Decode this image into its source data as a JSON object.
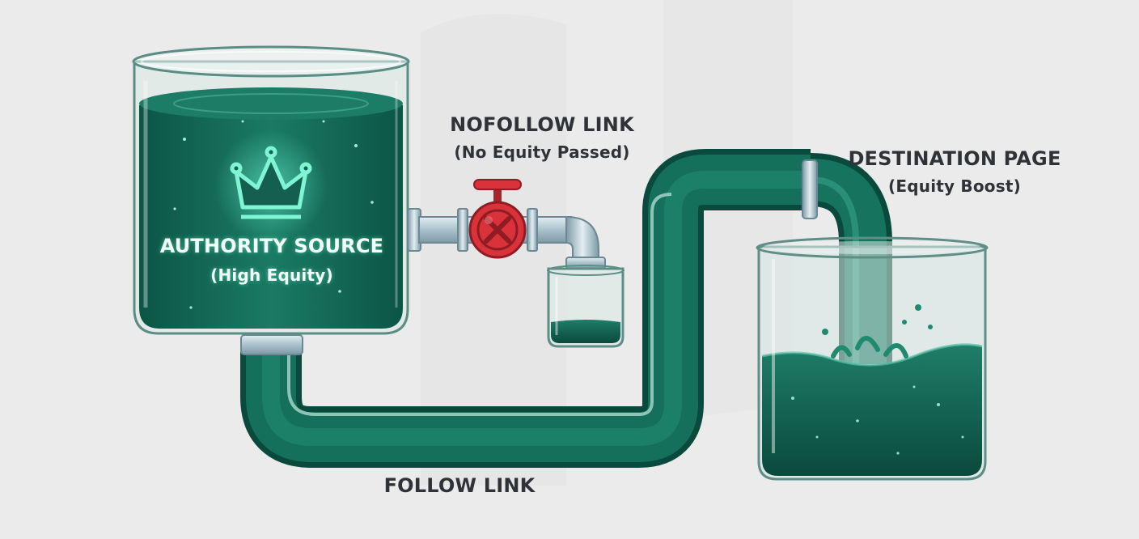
{
  "labels": {
    "authority_title": "AUTHORITY SOURCE",
    "authority_sub": "(High Equity)",
    "nofollow_title": "NOFOLLOW LINK",
    "nofollow_sub": "(No Equity Passed)",
    "destination_title": "DESTINATION PAGE",
    "destination_sub": "(Equity Boost)",
    "follow_title": "FOLLOW LINK"
  },
  "icons": {
    "source_icon": "crown-icon",
    "valve_icon": "closed-valve-icon"
  },
  "colors": {
    "background": "#ebebeb",
    "liquid": "#0d5a4a",
    "liquid_light": "#1f8a74",
    "glass_edge": "#5fb8a4",
    "valve": "#d9323a",
    "text_dark": "#2f3337",
    "text_light": "#f4fff9"
  }
}
